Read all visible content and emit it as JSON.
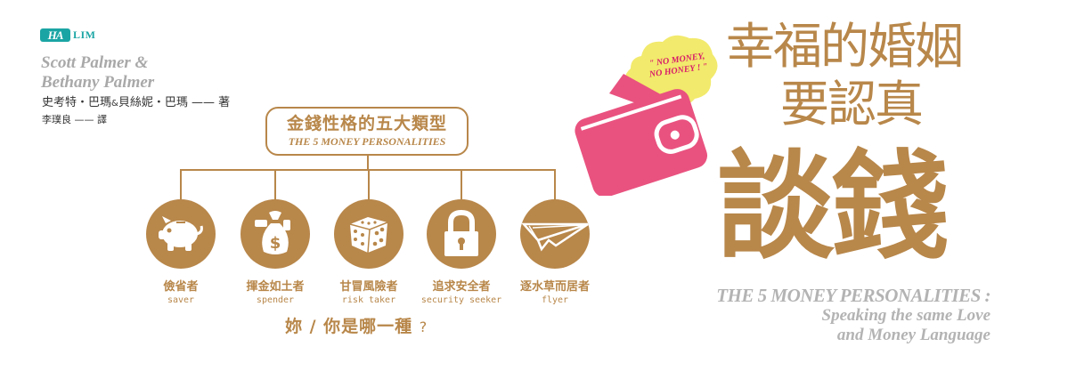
{
  "publisher": {
    "mark": "HA",
    "name": "LIM",
    "color": "#1aa5a4"
  },
  "authors": {
    "en_line1": "Scott Palmer &",
    "en_line2": "Bethany Palmer",
    "zh_part1": "史考特・巴瑪",
    "zh_amp": "&",
    "zh_part2": "貝絲妮・巴瑪 —— 著",
    "translator": "李璞良 —— 譯"
  },
  "category": {
    "title_zh": "金錢性格的五大類型",
    "title_en": "THE 5 MONEY PERSONALITIES"
  },
  "personalities": [
    {
      "icon": "piggy-bank-icon",
      "zh": "儉省者",
      "en": "saver"
    },
    {
      "icon": "money-bag-icon",
      "zh": "揮金如土者",
      "en": "spender"
    },
    {
      "icon": "dice-icon",
      "zh": "甘冒風險者",
      "en": "risk taker"
    },
    {
      "icon": "padlock-icon",
      "zh": "追求安全者",
      "en": "security seeker"
    },
    {
      "icon": "paper-plane-icon",
      "zh": "逐水草而居者",
      "en": "flyer"
    }
  ],
  "question": {
    "text": "妳 / 你是哪一種",
    "mark": "?"
  },
  "speech_bubble": {
    "line1": "\" NO MONEY,",
    "line2": "NO HONEY ! \""
  },
  "title": {
    "line1": "幸福的婚姻",
    "line2": "要認真",
    "big": "談錢"
  },
  "subtitle": {
    "line1": "THE 5 MONEY PERSONALITIES :",
    "line2": "Speaking the same Love",
    "line3": "and Money Language"
  },
  "colors": {
    "gold": "#b8874a",
    "pink": "#e9527f",
    "yellow": "#f2ea6c",
    "gray": "#b3b3b3",
    "teal": "#1aa5a4"
  }
}
